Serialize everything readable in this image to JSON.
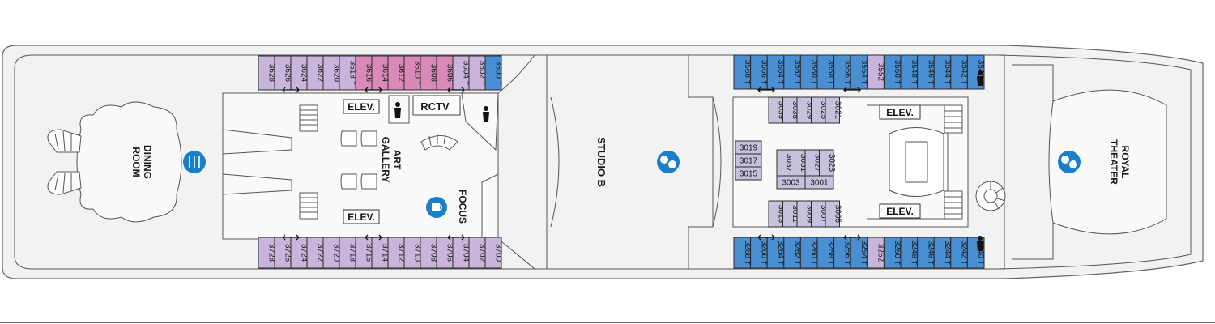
{
  "colors": {
    "deck_fill": "#f2f2f2",
    "interior": "#fafafa",
    "cabin_lavender": "#c9b5dc",
    "cabin_pink": "#d98ab9",
    "cabin_blue": "#4a8fd1",
    "cabin_light": "#c6c2dd",
    "icon_blue": "#1a7fc8"
  },
  "venues": {
    "dining_room": "DINING ROOM",
    "art_gallery": "ART GALLERY",
    "rctv": "RCTV",
    "focus": "FOCUS",
    "studio_b": "STUDIO B",
    "royal_theater": "ROYAL THEATER"
  },
  "elevators": [
    "ELEV.",
    "ELEV.",
    "ELEV.",
    "ELEV."
  ],
  "icons": [
    "dining-icon",
    "theater-icon",
    "coffee-icon",
    "restroom-icon",
    "connecting-arrow-icon",
    "accessible-cabin-marker"
  ],
  "cabins": {
    "forward_top": [
      {
        "n": "3628",
        "c": "lavender"
      },
      {
        "n": "3626",
        "c": "lavender"
      },
      {
        "n": "3624",
        "c": "lavender"
      },
      {
        "n": "3622",
        "c": "lavender"
      },
      {
        "n": "3620",
        "c": "lavender"
      },
      {
        "n": "3618 †",
        "c": "lavender"
      },
      {
        "n": "3616",
        "c": "pink"
      },
      {
        "n": "3614",
        "c": "pink"
      },
      {
        "n": "3612",
        "c": "pink"
      },
      {
        "n": "3610 †",
        "c": "pink"
      },
      {
        "n": "3608",
        "c": "pink"
      },
      {
        "n": "3606",
        "c": "pink"
      },
      {
        "n": "3604 †",
        "c": "lavender"
      },
      {
        "n": "3602 †",
        "c": "lavender"
      },
      {
        "n": "3600 †",
        "c": "blue"
      }
    ],
    "forward_bottom": [
      {
        "n": "3728",
        "c": "lavender"
      },
      {
        "n": "3726",
        "c": "lavender"
      },
      {
        "n": "3724",
        "c": "lavender"
      },
      {
        "n": "3722",
        "c": "lavender"
      },
      {
        "n": "3720",
        "c": "lavender"
      },
      {
        "n": "3718",
        "c": "lavender"
      },
      {
        "n": "3716",
        "c": "lavender"
      },
      {
        "n": "3714",
        "c": "lavender"
      },
      {
        "n": "3712",
        "c": "lavender"
      },
      {
        "n": "3710",
        "c": "lavender"
      },
      {
        "n": "3708",
        "c": "lavender"
      },
      {
        "n": "3706",
        "c": "lavender"
      },
      {
        "n": "3704",
        "c": "lavender"
      },
      {
        "n": "3702",
        "c": "lavender"
      },
      {
        "n": "3700",
        "c": "lavender"
      }
    ],
    "aft_top": [
      {
        "n": "3568 †",
        "c": "blue"
      },
      {
        "n": "3566 †",
        "c": "blue"
      },
      {
        "n": "3564 †",
        "c": "blue"
      },
      {
        "n": "3562 †",
        "c": "blue"
      },
      {
        "n": "3560 †",
        "c": "blue"
      },
      {
        "n": "3558 †",
        "c": "blue"
      },
      {
        "n": "3556 †",
        "c": "blue"
      },
      {
        "n": "3554 †",
        "c": "blue"
      },
      {
        "n": "3552",
        "c": "lavender"
      },
      {
        "n": "3550 †",
        "c": "blue"
      },
      {
        "n": "3548 †",
        "c": "blue"
      },
      {
        "n": "3546 †",
        "c": "blue"
      },
      {
        "n": "3544 †",
        "c": "blue"
      },
      {
        "n": "3542 †",
        "c": "blue"
      },
      {
        "n": "3540 †",
        "c": "blue"
      }
    ],
    "aft_bottom": [
      {
        "n": "3268 †",
        "c": "blue"
      },
      {
        "n": "3266 †",
        "c": "blue"
      },
      {
        "n": "3264 †",
        "c": "blue"
      },
      {
        "n": "3262 †",
        "c": "blue"
      },
      {
        "n": "3260 †",
        "c": "blue"
      },
      {
        "n": "3258 †",
        "c": "blue"
      },
      {
        "n": "3256 †",
        "c": "blue"
      },
      {
        "n": "3254 †",
        "c": "blue"
      },
      {
        "n": "3252",
        "c": "lavender"
      },
      {
        "n": "3250 †",
        "c": "blue"
      },
      {
        "n": "3248 †",
        "c": "blue"
      },
      {
        "n": "3246 †",
        "c": "blue"
      },
      {
        "n": "3244 †",
        "c": "blue"
      },
      {
        "n": "3242 †",
        "c": "blue"
      },
      {
        "n": "3240 †",
        "c": "blue"
      }
    ],
    "inner_upper": [
      "3039",
      "3035",
      "3029",
      "3025",
      "3021"
    ],
    "inner_left": [
      "3019",
      "3017",
      "3015"
    ],
    "inner_mid_top": [
      "3037",
      "3031",
      "3027",
      "3023"
    ],
    "inner_mid_bottom": [
      "3003",
      "3001"
    ],
    "inner_lower": [
      "3013",
      "3011",
      "3009",
      "3007",
      "3005"
    ]
  }
}
